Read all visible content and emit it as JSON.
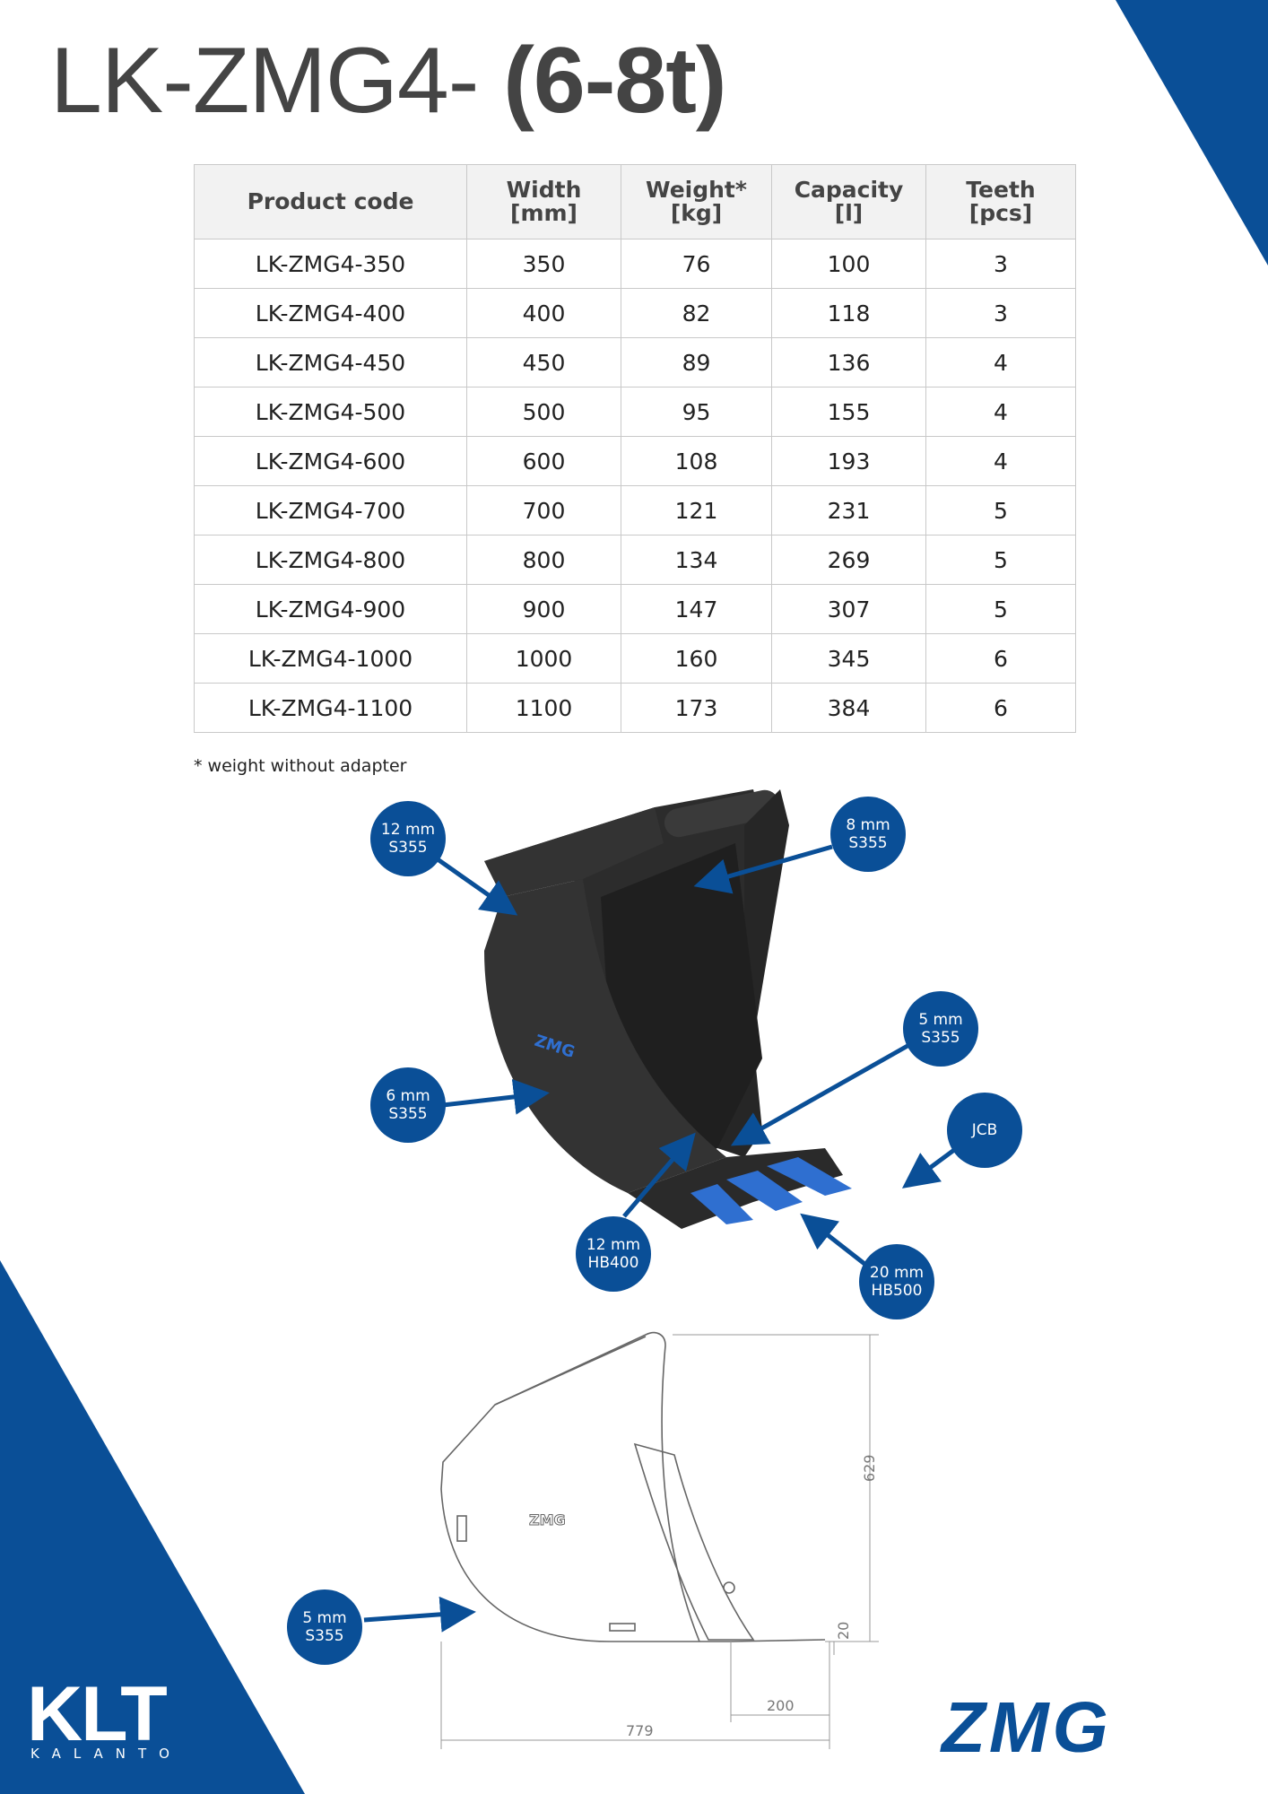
{
  "header": {
    "title_prefix": "LK-ZMG4- ",
    "title_bold": "(6-8t)"
  },
  "colors": {
    "brand_blue": "#0a4f97",
    "text_dark": "#444444",
    "table_header_bg": "#f2f2f2",
    "border": "#c9c9c9"
  },
  "table": {
    "headers": [
      {
        "l1": "Product code",
        "l2": ""
      },
      {
        "l1": "Width",
        "l2": "[mm]"
      },
      {
        "l1": "Weight*",
        "l2": "[kg]"
      },
      {
        "l1": "Capacity",
        "l2": "[l]"
      },
      {
        "l1": "Teeth",
        "l2": "[pcs]"
      }
    ],
    "rows": [
      [
        "LK-ZMG4-350",
        "350",
        "76",
        "100",
        "3"
      ],
      [
        "LK-ZMG4-400",
        "400",
        "82",
        "118",
        "3"
      ],
      [
        "LK-ZMG4-450",
        "450",
        "89",
        "136",
        "4"
      ],
      [
        "LK-ZMG4-500",
        "500",
        "95",
        "155",
        "4"
      ],
      [
        "LK-ZMG4-600",
        "600",
        "108",
        "193",
        "4"
      ],
      [
        "LK-ZMG4-700",
        "700",
        "121",
        "231",
        "5"
      ],
      [
        "LK-ZMG4-800",
        "800",
        "134",
        "269",
        "5"
      ],
      [
        "LK-ZMG4-900",
        "900",
        "147",
        "307",
        "5"
      ],
      [
        "LK-ZMG4-1000",
        "1000",
        "160",
        "345",
        "6"
      ],
      [
        "LK-ZMG4-1100",
        "1100",
        "173",
        "384",
        "6"
      ]
    ]
  },
  "footnote": "* weight without adapter",
  "callouts": {
    "top_left": {
      "l1": "12 mm",
      "l2": "S355"
    },
    "top_right": {
      "l1": "8 mm",
      "l2": "S355"
    },
    "side": {
      "l1": "6 mm",
      "l2": "S355"
    },
    "inner": {
      "l1": "5 mm",
      "l2": "S355"
    },
    "teeth": {
      "l1": "JCB"
    },
    "bottom": {
      "l1": "12 mm",
      "l2": "HB400"
    },
    "edge": {
      "l1": "20 mm",
      "l2": "HB500"
    },
    "drawing_shell": {
      "l1": "5 mm",
      "l2": "S355"
    }
  },
  "dimensions": {
    "height": "629",
    "edge": "20",
    "lip": "200",
    "length": "779"
  },
  "brand": {
    "left_logo": "KLT",
    "left_sub": "KALANTO",
    "right_logo": "ZMG"
  }
}
